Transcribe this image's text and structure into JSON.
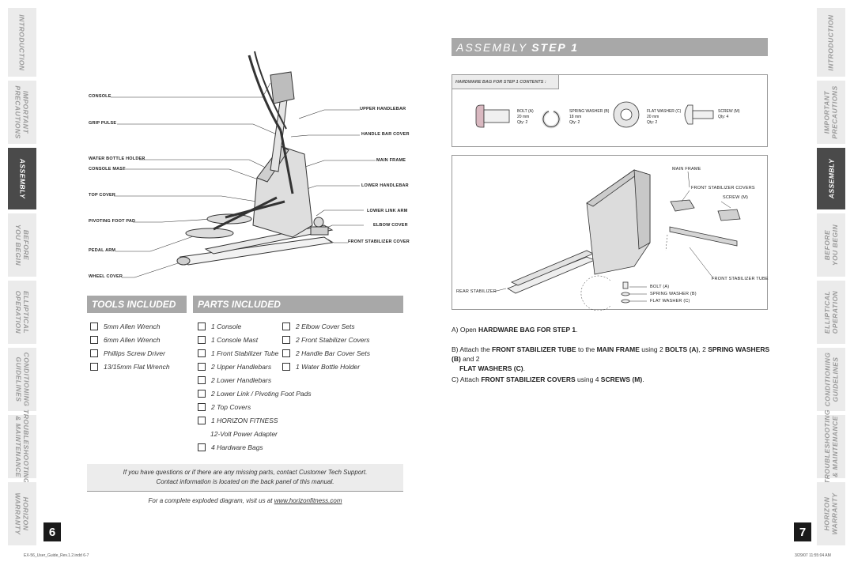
{
  "tabs": [
    {
      "label": "INTRODUCTION"
    },
    {
      "label": "IMPORTANT\nPRECAUTIONS"
    },
    {
      "label": "ASSEMBLY"
    },
    {
      "label": "BEFORE\nYOU BEGIN"
    },
    {
      "label": "ELLIPTICAL\nOPERATION"
    },
    {
      "label": "CONDITIONING\nGUIDELINES"
    },
    {
      "label": "TROUBLESHOOTING\n& MAINTENANCE"
    },
    {
      "label": "HORIZON\nWARRANTY"
    }
  ],
  "left_page": {
    "page_number": "6",
    "diagram_labels": {
      "console": "CONSOLE",
      "grip_pulse": "GRIP PULSE",
      "water_bottle_holder": "WATER BOTTLE HOLDER",
      "console_mast": "CONSOLE MAST",
      "top_cover": "TOP COVER",
      "pivoting_foot_pad": "PIVOTING FOOT PAD",
      "pedal_arm": "PEDAL ARM",
      "wheel_cover": "WHEEL COVER",
      "upper_handlebar": "UPPER HANDLEBAR",
      "handle_bar_cover": "HANDLE BAR COVER",
      "main_frame": "MAIN FRAME",
      "lower_handlebar": "LOWER HANDLEBAR",
      "lower_link_arm": "LOWER LINK ARM",
      "elbow_cover": "ELBOW COVER",
      "front_stabilizer_cover": "FRONT STABILIZER COVER"
    },
    "tools_title": "TOOLS INCLUDED",
    "parts_title": "PARTS INCLUDED",
    "tools": [
      "5mm Allen Wrench",
      "6mm Allen Wrench",
      "Phillips Screw Driver",
      "13/15mm Flat Wrench"
    ],
    "parts_col1": [
      "1 Console",
      "1 Console Mast",
      "1 Front Stabilizer Tube",
      "2 Upper Handlebars",
      "2 Lower Handlebars",
      "2 Lower Link / Pivoting Foot Pads",
      "2 Top Covers",
      "1 HORIZON FITNESS",
      "12-Volt Power Adapter",
      "4 Hardware Bags"
    ],
    "parts_col2": [
      "2 Elbow Cover Sets",
      "2 Front Stabilizer Covers",
      "2 Handle Bar Cover Sets",
      "1 Water Bottle Holder"
    ],
    "note_line1": "If you have questions or if there are any missing parts, contact Customer Tech Support.",
    "note_line2": "Contact information is located on the back panel of this manual.",
    "url_prefix": "For a complete exploded diagram, visit us at ",
    "url": "www.horizonfitness.com",
    "footer_left": "EX-56_User_Guide_Rev.1.2.indd   6-7"
  },
  "right_page": {
    "page_number": "7",
    "title_light": "ASSEMBLY",
    "title_bold": "STEP 1",
    "hardware_header": "HARDWARE BAG FOR STEP 1 CONTENTS :",
    "hardware": [
      {
        "name": "BOLT (A)",
        "size": "20 mm",
        "qty": "Qty: 2"
      },
      {
        "name": "SPRING WASHER (B)",
        "size": "18 mm",
        "qty": "Qty: 2"
      },
      {
        "name": "FLAT WASHER (C)",
        "size": "20 mm",
        "qty": "Qty: 2"
      },
      {
        "name": "SCREW (M)",
        "size": "",
        "qty": "Qty: 4"
      }
    ],
    "assembly_labels": {
      "main_frame": "MAIN FRAME",
      "front_stabilizer_covers": "FRONT STABILIZER COVERS",
      "screw_m": "SCREW (M)",
      "rear_stabilizer": "REAR STABILIZER",
      "front_stabilizer_tube": "FRONT STABILIZER TUBE",
      "bolt_a": "BOLT (A)",
      "spring_washer_b": "SPRING WASHER (B)",
      "flat_washer_c": "FLAT WASHER (C)"
    },
    "step_a_prefix": "A) Open ",
    "step_a_bold": "HARDWARE BAG FOR STEP 1",
    "step_a_suffix": ".",
    "step_b_1": "B) Attach the ",
    "step_b_2": "FRONT STABILIZER TUBE",
    "step_b_3": " to the ",
    "step_b_4": "MAIN FRAME",
    "step_b_5": " using 2 ",
    "step_b_6": "BOLTS (A)",
    "step_b_7": ", 2 ",
    "step_b_8": "SPRING WASHERS (B)",
    "step_b_9": " and 2",
    "step_b_10": "FLAT WASHERS (C)",
    "step_b_11": ".",
    "step_c_1": "C) Attach ",
    "step_c_2": "FRONT STABILIZER COVERS",
    "step_c_3": " using 4 ",
    "step_c_4": "SCREWS (M)",
    "step_c_5": ".",
    "footer_right": "3/29/07   11:55:04 AM"
  }
}
